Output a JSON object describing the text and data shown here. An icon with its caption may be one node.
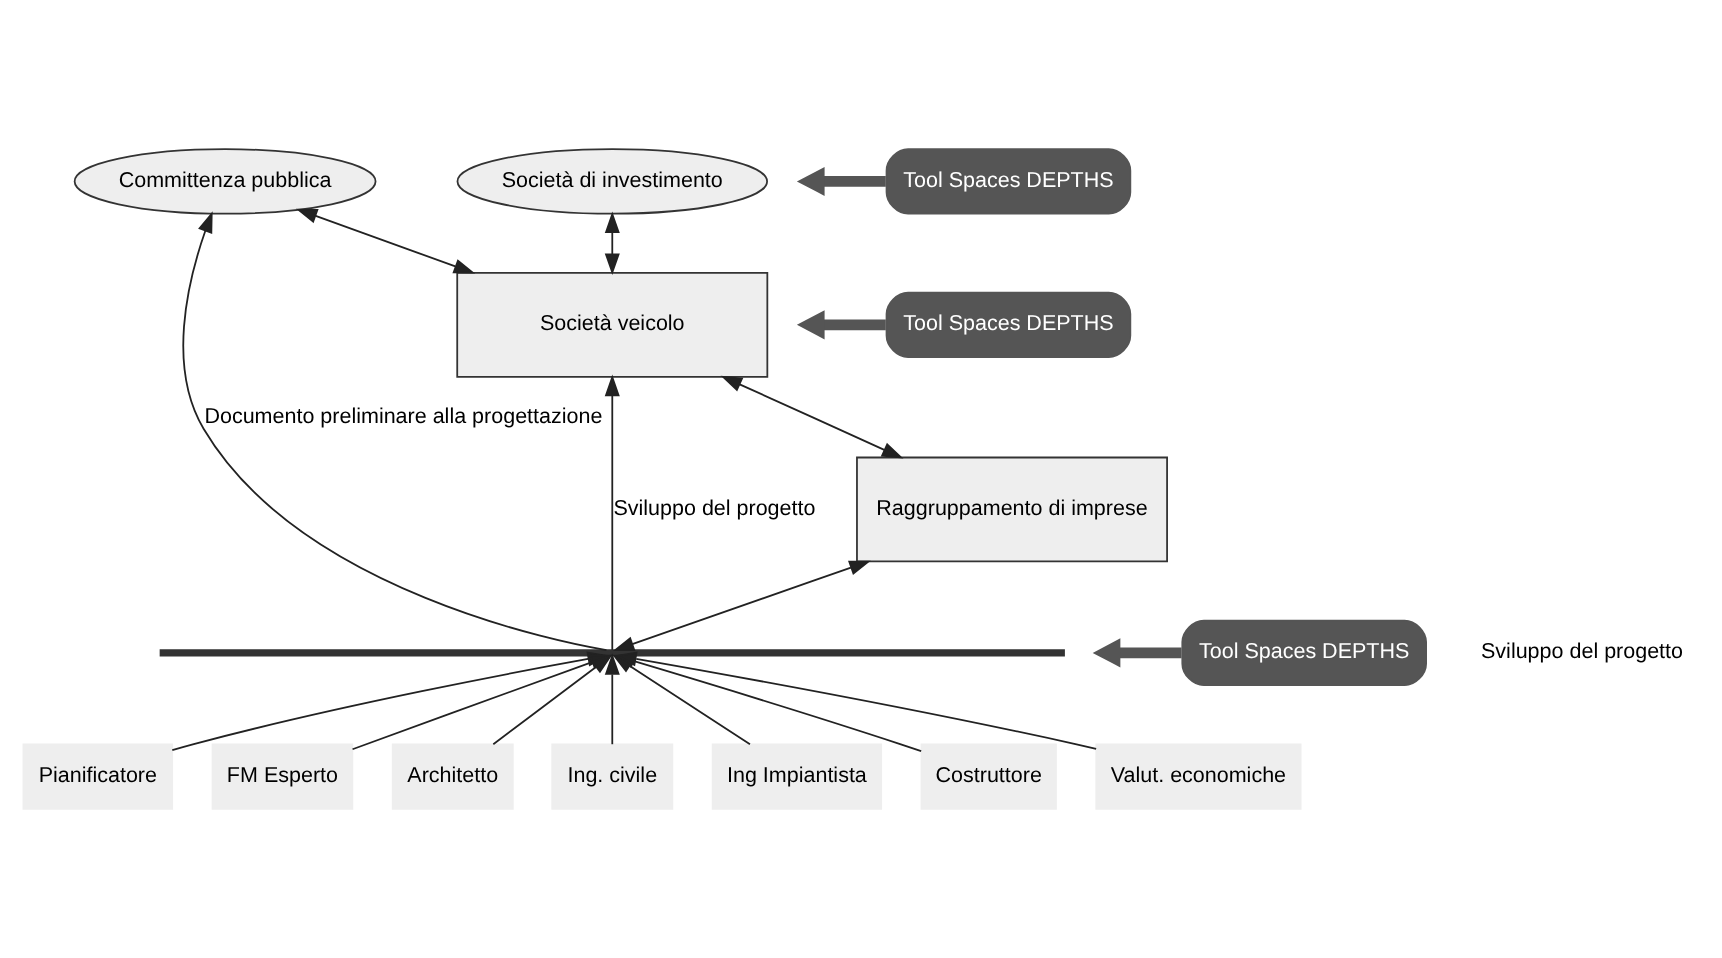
{
  "diagram": {
    "nodes": [
      {
        "text": [
          "Committenza pubblica"
        ]
      },
      {
        "text": [
          "Società di investimento"
        ]
      },
      {
        "text": [
          "Società veicolo"
        ]
      },
      {
        "text": [
          "Raggruppamento di imprese"
        ]
      },
      {
        "text": [],
        "shape": "bar"
      },
      {
        "text": [
          "Pianificatore"
        ]
      },
      {
        "text": [
          "FM Esperto"
        ]
      },
      {
        "text": [
          "Architetto"
        ]
      },
      {
        "text": [
          "Ing. civile"
        ]
      },
      {
        "text": [
          "Ing Impiantista"
        ]
      },
      {
        "text": [
          "Costruttore"
        ]
      },
      {
        "text": [
          "Valut. economiche"
        ]
      },
      {
        "text": [
          "Tool Spaces DEPTHS"
        ]
      },
      {
        "text": [
          "Tool Spaces DEPTHS"
        ]
      },
      {
        "text": [
          "Tool Spaces DEPTHS"
        ]
      }
    ],
    "edges": [
      {
        "from": 0,
        "to": 2,
        "arrow": "both"
      },
      {
        "from": 1,
        "to": 2,
        "arrow": "both"
      },
      {
        "from": 2,
        "to": 3,
        "arrow": "both"
      },
      {
        "from": 3,
        "to": 4,
        "arrow": "both"
      },
      {
        "from": 5,
        "to": 4,
        "arrow": "to"
      },
      {
        "from": 6,
        "to": 4,
        "arrow": "to"
      },
      {
        "from": 7,
        "to": 4,
        "arrow": "to"
      },
      {
        "from": 8,
        "to": 4,
        "arrow": "to"
      },
      {
        "from": 9,
        "to": 4,
        "arrow": "to"
      },
      {
        "from": 10,
        "to": 4,
        "arrow": "to"
      },
      {
        "from": 11,
        "to": 4,
        "arrow": "to"
      },
      {
        "from": 4,
        "to": 2,
        "arrow": "to",
        "label": "Sviluppo del progetto"
      },
      {
        "from": 4,
        "to": 0,
        "arrow": "to",
        "label": "Documento preliminare alla progettazione"
      },
      {
        "from": 12,
        "to": null,
        "arrow": "to",
        "style": "thick",
        "color": "#555555"
      },
      {
        "from": 13,
        "to": null,
        "arrow": "to",
        "style": "thick",
        "color": "#555555"
      },
      {
        "from": 14,
        "to": null,
        "arrow": "to",
        "style": "thick",
        "color": "#555555"
      }
    ],
    "labels": [
      "Sviluppo del progetto"
    ]
  }
}
